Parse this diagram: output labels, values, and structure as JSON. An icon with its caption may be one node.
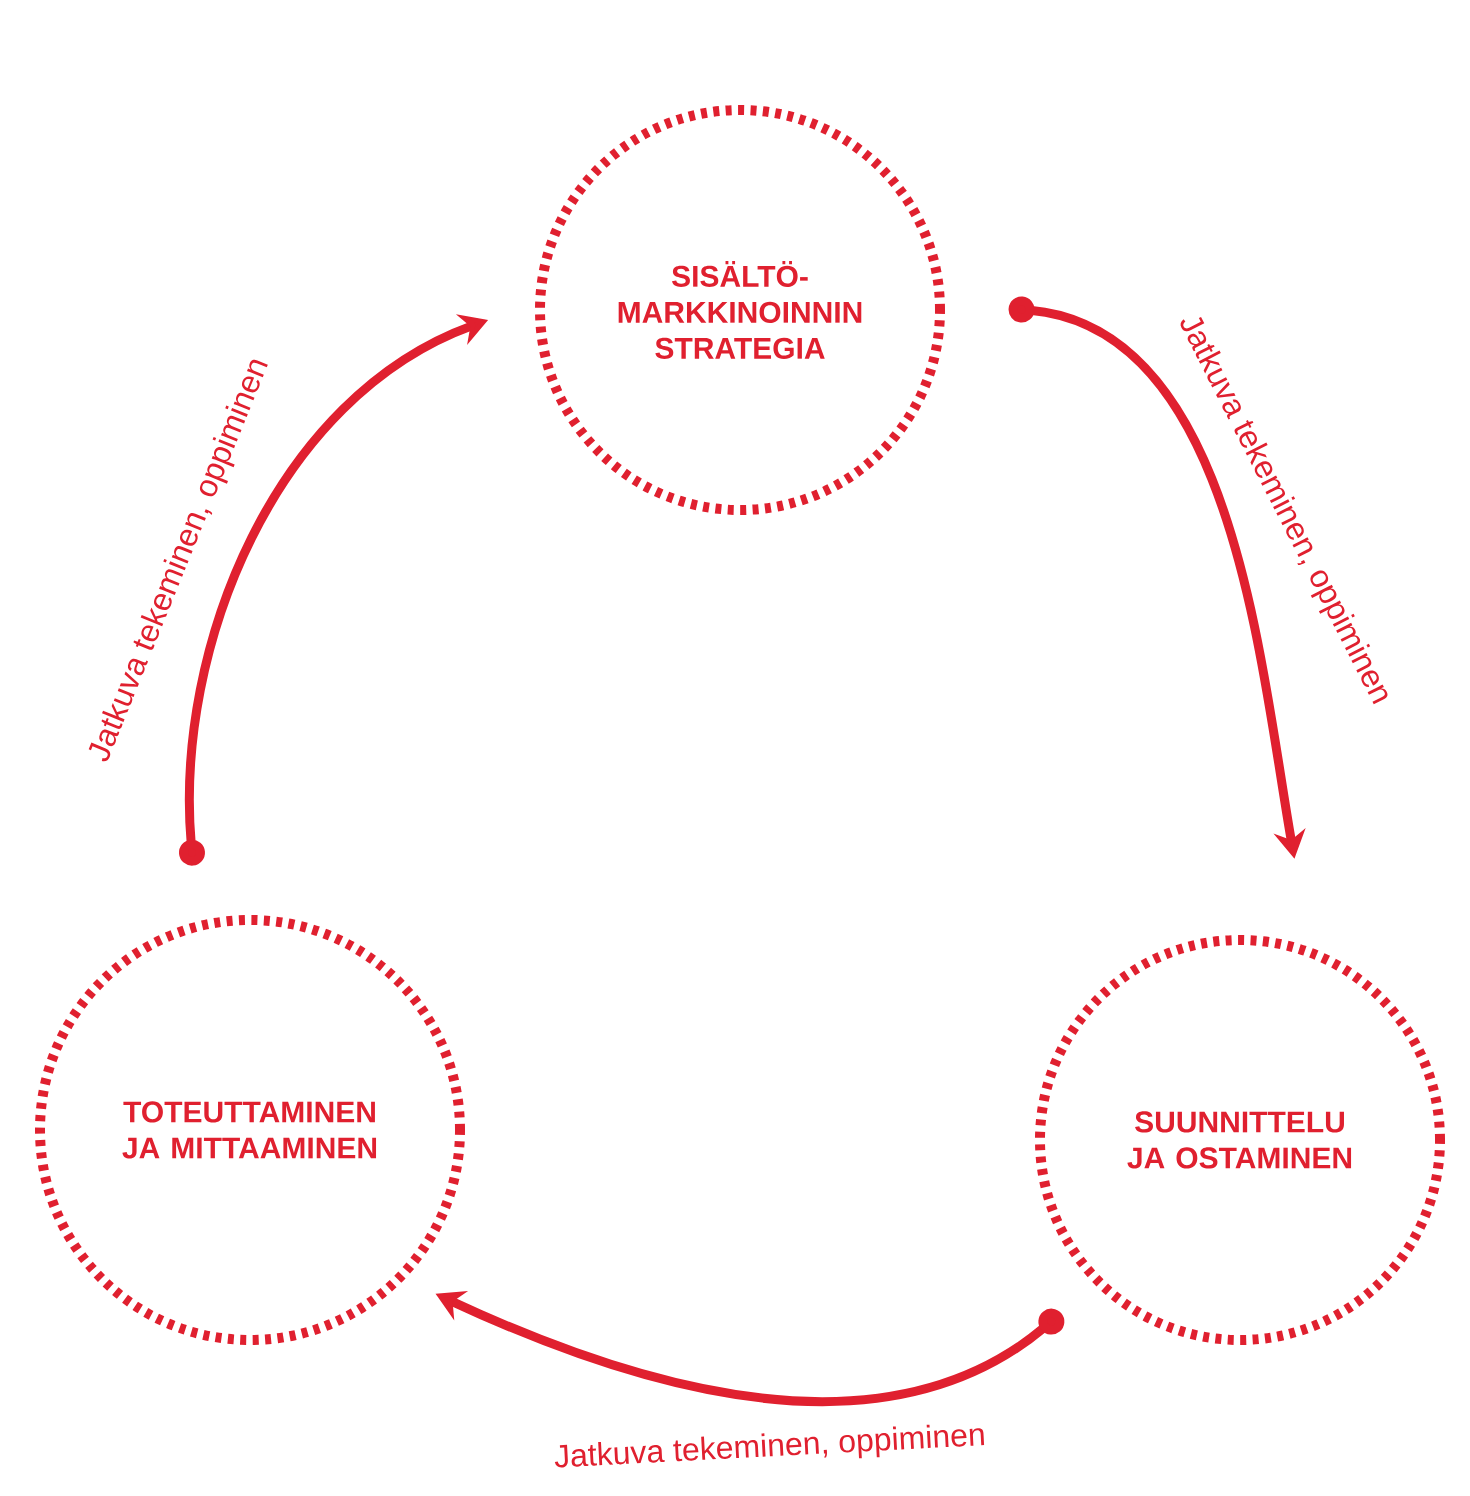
{
  "diagram": {
    "nodes": [
      {
        "text": [
          "SISÄLTÖ-MARKKINOINNIN STRATEGIA"
        ]
      },
      {
        "text": [
          "SUUNNITTELU JA OSTAMINEN"
        ]
      },
      {
        "text": [
          "TOTEUTTAMINEN JA MITTAAMINEN"
        ]
      }
    ],
    "edges": [
      {
        "from": 0,
        "to": 1,
        "arrow": "to",
        "label": "Jatkuva tekeminen, oppiminen"
      },
      {
        "from": 1,
        "to": 2,
        "arrow": "to",
        "label": "Jatkuva tekeminen, oppiminen"
      },
      {
        "from": 2,
        "to": 0,
        "arrow": "to",
        "label": "Jatkuva tekeminen, oppiminen"
      }
    ]
  }
}
